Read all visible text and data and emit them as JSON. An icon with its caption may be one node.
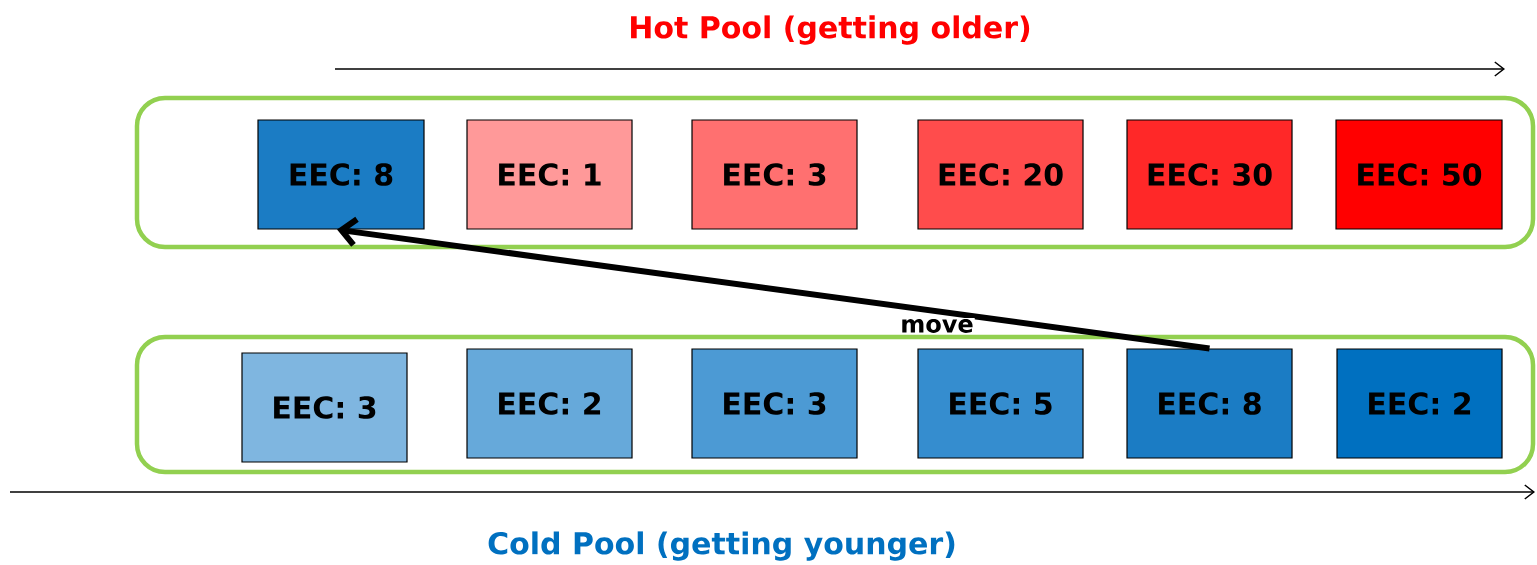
{
  "diagram": {
    "nodes": [
      {
        "text": [],
        "shape": "box"
      },
      {
        "text": [
          "EEC: 8"
        ],
        "in": 0
      },
      {
        "text": [
          "EEC: 1"
        ],
        "in": 0
      },
      {
        "text": [
          "EEC: 3"
        ],
        "in": 0
      },
      {
        "text": [
          "EEC: 20"
        ],
        "in": 0
      },
      {
        "text": [
          "EEC: 30"
        ],
        "in": 0
      },
      {
        "text": [
          "EEC: 50"
        ],
        "in": 0
      },
      {
        "text": [],
        "shape": "box"
      },
      {
        "text": [
          "EEC: 3"
        ],
        "in": 7
      },
      {
        "text": [
          "EEC: 2"
        ],
        "in": 7
      },
      {
        "text": [
          "EEC: 3"
        ],
        "in": 7
      },
      {
        "text": [
          "EEC: 5"
        ],
        "in": 7
      },
      {
        "text": [
          "EEC: 8"
        ],
        "in": 7
      },
      {
        "text": [
          "EEC: 2"
        ],
        "in": 7
      }
    ],
    "edges": [
      {
        "from": 12,
        "to": 1,
        "arrow": "to",
        "label": "move"
      }
    ],
    "labels": [
      "Hot Pool (getting older)",
      "Cold Pool (getting younger)"
    ]
  }
}
